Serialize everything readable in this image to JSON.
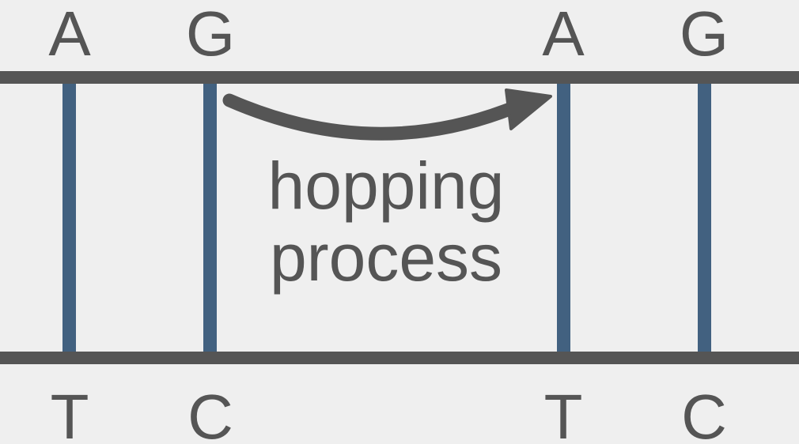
{
  "colors": {
    "background": "#efefef",
    "backbone": "#555555",
    "base_pair_rung": "#426180",
    "text": "#555555"
  },
  "top_strand": [
    "A",
    "G",
    "A",
    "G"
  ],
  "bottom_strand": [
    "T",
    "C",
    "T",
    "C"
  ],
  "caption": {
    "line1": "hopping",
    "line2": "process"
  },
  "arrow": {
    "from_pair": 1,
    "to_pair": 2
  }
}
